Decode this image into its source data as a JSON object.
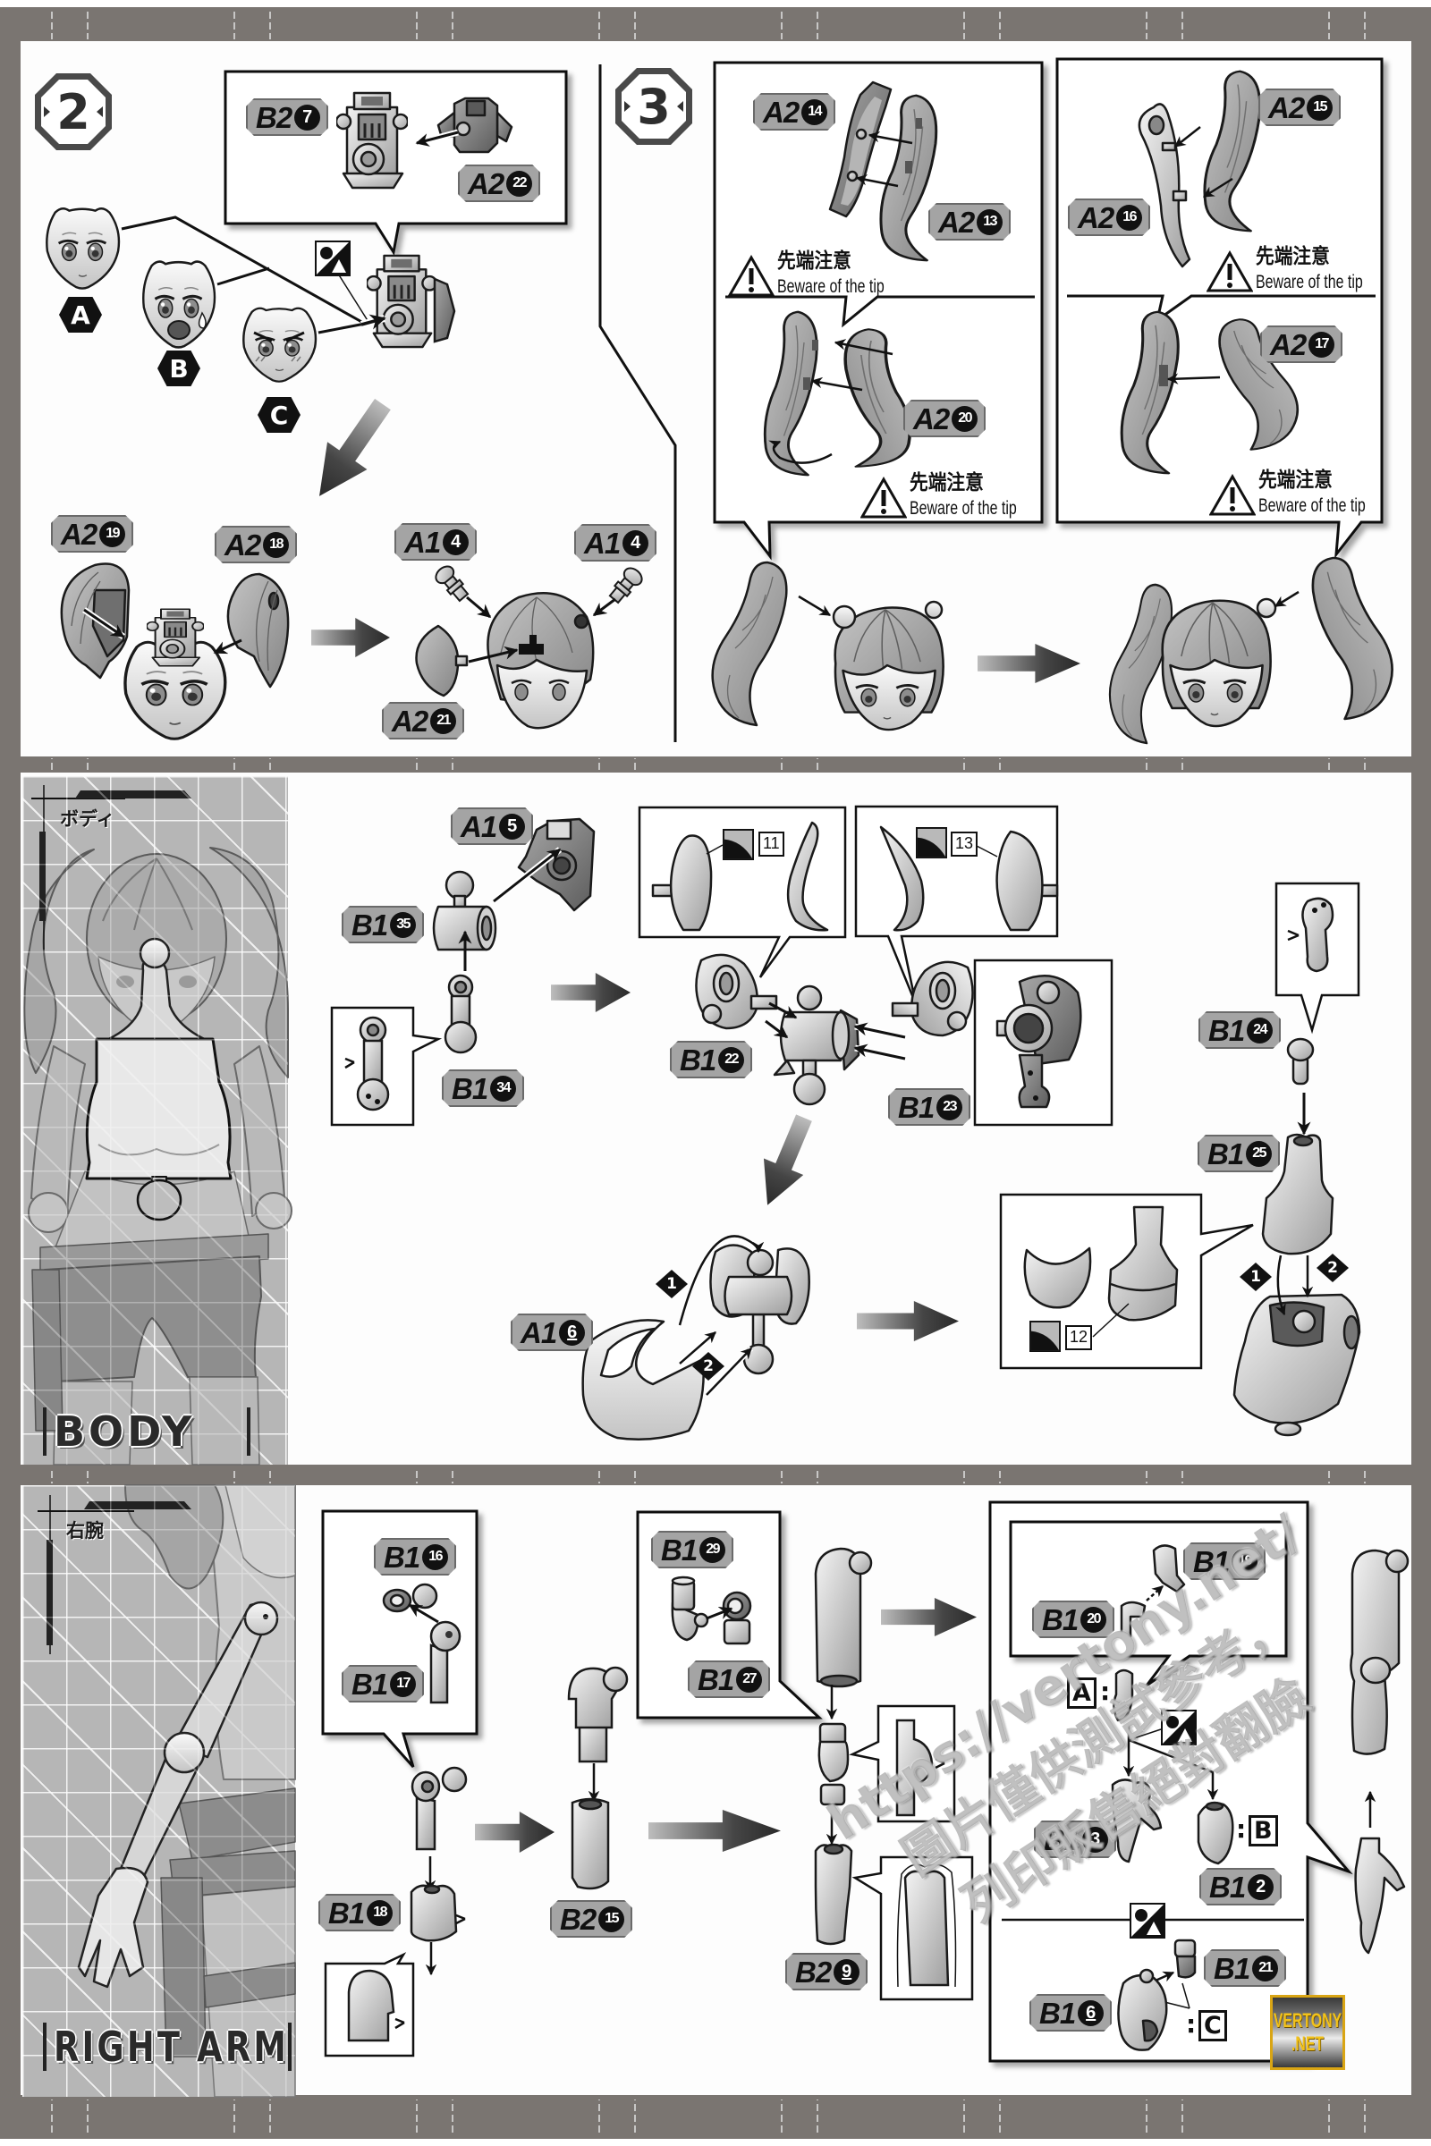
{
  "page": {
    "watermark": {
      "url": "https://vertony.net/",
      "line1": "圖片僅供測試參考，",
      "line2": "列印販售絕對翻臉"
    },
    "logo": {
      "line1": "VERTONY",
      "line2": ".NET"
    }
  },
  "step2": {
    "number": "2",
    "callout_labels": [
      {
        "runner": "B2",
        "num": "7"
      },
      {
        "runner": "A2",
        "num": "22"
      }
    ],
    "faces": [
      {
        "option": "A"
      },
      {
        "option": "B"
      },
      {
        "option": "C"
      }
    ],
    "labels": [
      {
        "runner": "A2",
        "num": "19"
      },
      {
        "runner": "A2",
        "num": "18"
      },
      {
        "runner": "A1",
        "num": "4"
      },
      {
        "runner": "A1",
        "num": "4"
      },
      {
        "runner": "A2",
        "num": "21"
      }
    ]
  },
  "step3": {
    "number": "3",
    "labels": [
      {
        "runner": "A2",
        "num": "14"
      },
      {
        "runner": "A2",
        "num": "13"
      },
      {
        "runner": "A2",
        "num": "20"
      },
      {
        "runner": "A2",
        "num": "15"
      },
      {
        "runner": "A2",
        "num": "16"
      },
      {
        "runner": "A2",
        "num": "17"
      }
    ],
    "warnings": [
      {
        "jp": "先端注意",
        "en": "Beware of the tip"
      },
      {
        "jp": "先端注意",
        "en": "Beware of the tip"
      },
      {
        "jp": "先端注意",
        "en": "Beware of the tip"
      },
      {
        "jp": "先端注意",
        "en": "Beware of the tip"
      }
    ]
  },
  "body": {
    "title_jp": "ボディ",
    "title": "BODY",
    "labels": [
      {
        "runner": "A1",
        "num": "5"
      },
      {
        "runner": "B1",
        "num": "35"
      },
      {
        "runner": "B1",
        "num": "34"
      },
      {
        "runner": "B1",
        "num": "22"
      },
      {
        "runner": "B1",
        "num": "23"
      },
      {
        "runner": "B1",
        "num": "24"
      },
      {
        "runner": "B1",
        "num": "25"
      },
      {
        "runner": "A1",
        "num": "6"
      }
    ],
    "stickers": [
      "11",
      "13",
      "12"
    ],
    "sequence": [
      "1",
      "2"
    ]
  },
  "right_arm": {
    "title_jp": "右腕",
    "title": "RIGHT ARM",
    "labels": [
      {
        "runner": "B1",
        "num": "16"
      },
      {
        "runner": "B1",
        "num": "17"
      },
      {
        "runner": "B1",
        "num": "18"
      },
      {
        "runner": "B2",
        "num": "15"
      },
      {
        "runner": "B1",
        "num": "29"
      },
      {
        "runner": "B1",
        "num": "27"
      },
      {
        "runner": "B2",
        "num": "9"
      },
      {
        "runner": "B1",
        "num": "19"
      },
      {
        "runner": "B1",
        "num": "20"
      },
      {
        "runner": "B1",
        "num": "3"
      },
      {
        "runner": "B1",
        "num": "2"
      },
      {
        "runner": "B1",
        "num": "21"
      },
      {
        "runner": "B1",
        "num": "6"
      }
    ],
    "options": [
      "A",
      "B",
      "C"
    ],
    "option_separator": ":"
  }
}
